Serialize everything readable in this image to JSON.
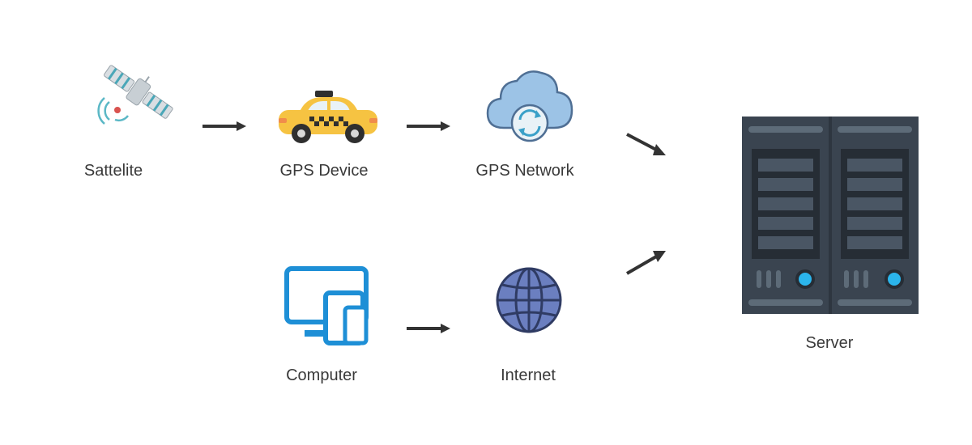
{
  "diagram": {
    "nodes": [
      {
        "id": "satellite",
        "label": "Sattelite",
        "icon": "satellite-icon"
      },
      {
        "id": "gps-device",
        "label": "GPS Device",
        "icon": "taxi-car-icon"
      },
      {
        "id": "gps-network",
        "label": "GPS Network",
        "icon": "cloud-sync-icon"
      },
      {
        "id": "computer",
        "label": "Computer",
        "icon": "devices-icon"
      },
      {
        "id": "internet",
        "label": "Internet",
        "icon": "globe-icon"
      },
      {
        "id": "server",
        "label": "Server",
        "icon": "server-rack-icon"
      }
    ],
    "edges": [
      {
        "from": "satellite",
        "to": "gps-device"
      },
      {
        "from": "gps-device",
        "to": "gps-network"
      },
      {
        "from": "gps-network",
        "to": "server"
      },
      {
        "from": "computer",
        "to": "internet"
      },
      {
        "from": "internet",
        "to": "server"
      }
    ],
    "colors": {
      "arrow": "#333333",
      "label": "#3a3a3a",
      "taxi": "#f6c342",
      "cloud": "#9cc3e6",
      "devices": "#1e8fd6",
      "globe": "#6b7fc0",
      "server": "#3a4450"
    }
  }
}
